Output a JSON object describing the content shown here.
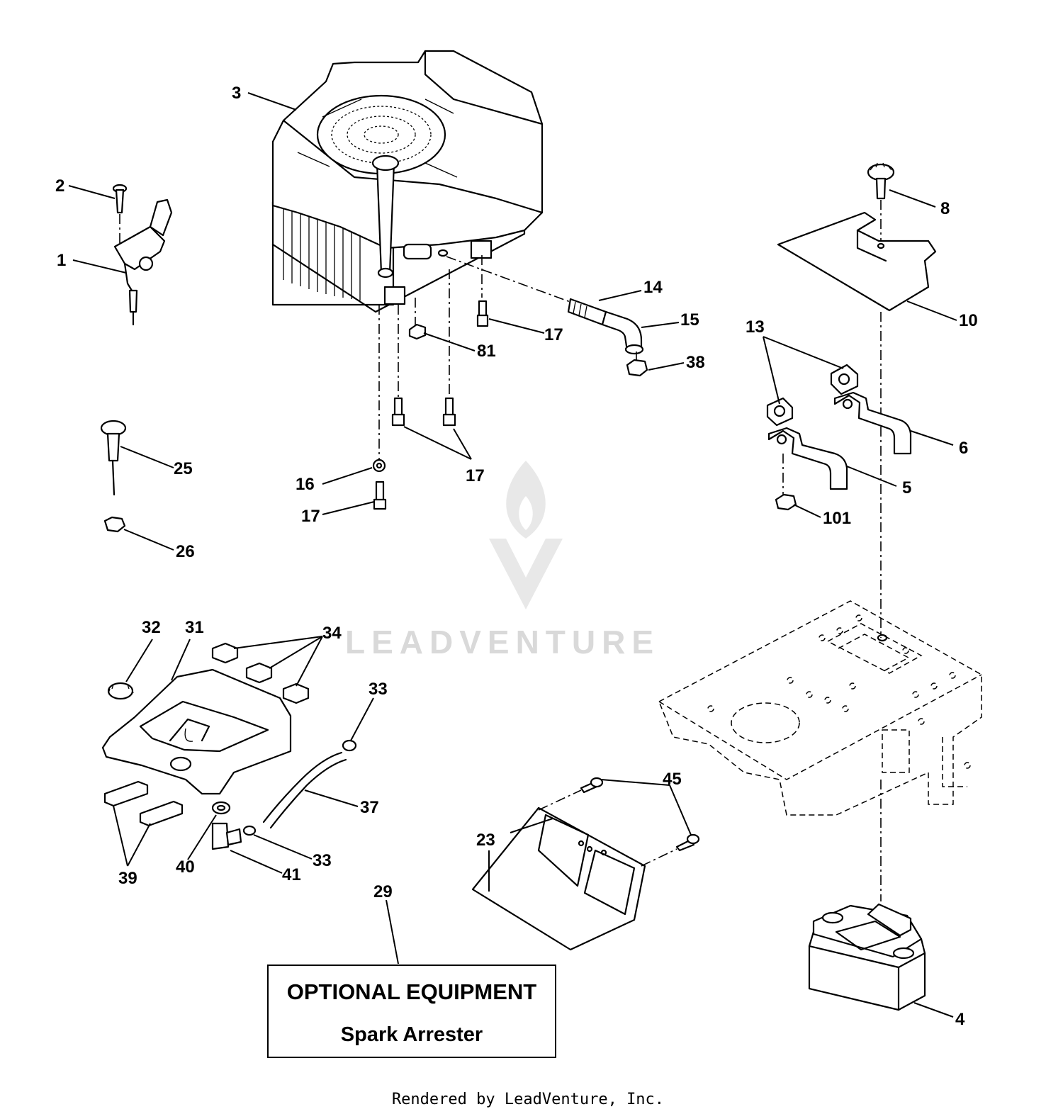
{
  "callouts": {
    "c1": "1",
    "c2": "2",
    "c3": "3",
    "c4": "4",
    "c5": "5",
    "c6": "6",
    "c8": "8",
    "c10": "10",
    "c13": "13",
    "c14": "14",
    "c15": "15",
    "c16": "16",
    "c17a": "17",
    "c17b": "17",
    "c17c": "17",
    "c23": "23",
    "c25": "25",
    "c26": "26",
    "c29": "29",
    "c31": "31",
    "c32": "32",
    "c33a": "33",
    "c33b": "33",
    "c34": "34",
    "c37": "37",
    "c38": "38",
    "c39": "39",
    "c40": "40",
    "c41": "41",
    "c45": "45",
    "c81": "81",
    "c101": "101"
  },
  "optional_box": {
    "title": "OPTIONAL EQUIPMENT",
    "subtitle": "Spark Arrester"
  },
  "watermark": {
    "text": "LEADVENTURE"
  },
  "footer": {
    "text": "Rendered by LeadVenture, Inc."
  },
  "colors": {
    "line": "#000000",
    "background": "#ffffff",
    "watermark": "#d9d9d9"
  }
}
